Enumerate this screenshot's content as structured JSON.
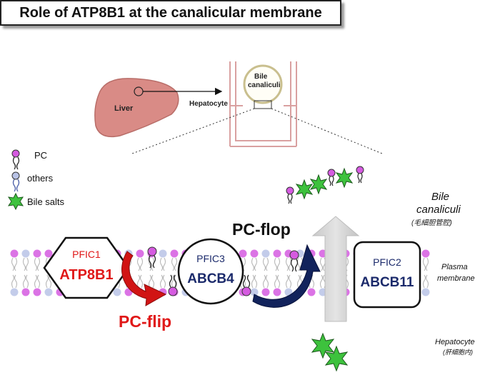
{
  "title": "Role of ATP8B1 at the canalicular membrane",
  "inset": {
    "liver_label": "Liver",
    "hepatocyte_label": "Hepatocyte",
    "bile_canaliculi_label_line1": "Bile",
    "bile_canaliculi_label_line2": "canaliculi"
  },
  "legend": {
    "items": [
      {
        "label": "PC",
        "icon": "pc-lipid-icon"
      },
      {
        "label": "others",
        "icon": "other-lipid-icon"
      },
      {
        "label": "Bile salts",
        "icon": "bile-salt-star-icon"
      }
    ]
  },
  "regions": {
    "bile_canaliculi_line1": "Bile",
    "bile_canaliculi_line2": "canaliculi",
    "bile_canaliculi_jp": "(毛細胆管腔)",
    "plasma_membrane_line1": "Plasma",
    "plasma_membrane_line2": "membrane",
    "hepatocyte": "Hepatocyte",
    "hepatocyte_jp": "(肝細胞内)"
  },
  "transporters": {
    "pfic1": {
      "disease": "PFIC1",
      "gene": "ATP8B1"
    },
    "pfic3": {
      "disease": "PFIC3",
      "gene": "ABCB4"
    },
    "pfic2": {
      "disease": "PFIC2",
      "gene": "ABCB11"
    }
  },
  "labels": {
    "pc_flip": "PC-flip",
    "pc_flop": "PC-flop"
  },
  "colors": {
    "red": "#e01818",
    "navy": "#1b2a6b",
    "pc_head": "#d55ae0",
    "other_head": "#b9c3e6",
    "star": "#3dc23d",
    "liver": "#d98b86"
  }
}
